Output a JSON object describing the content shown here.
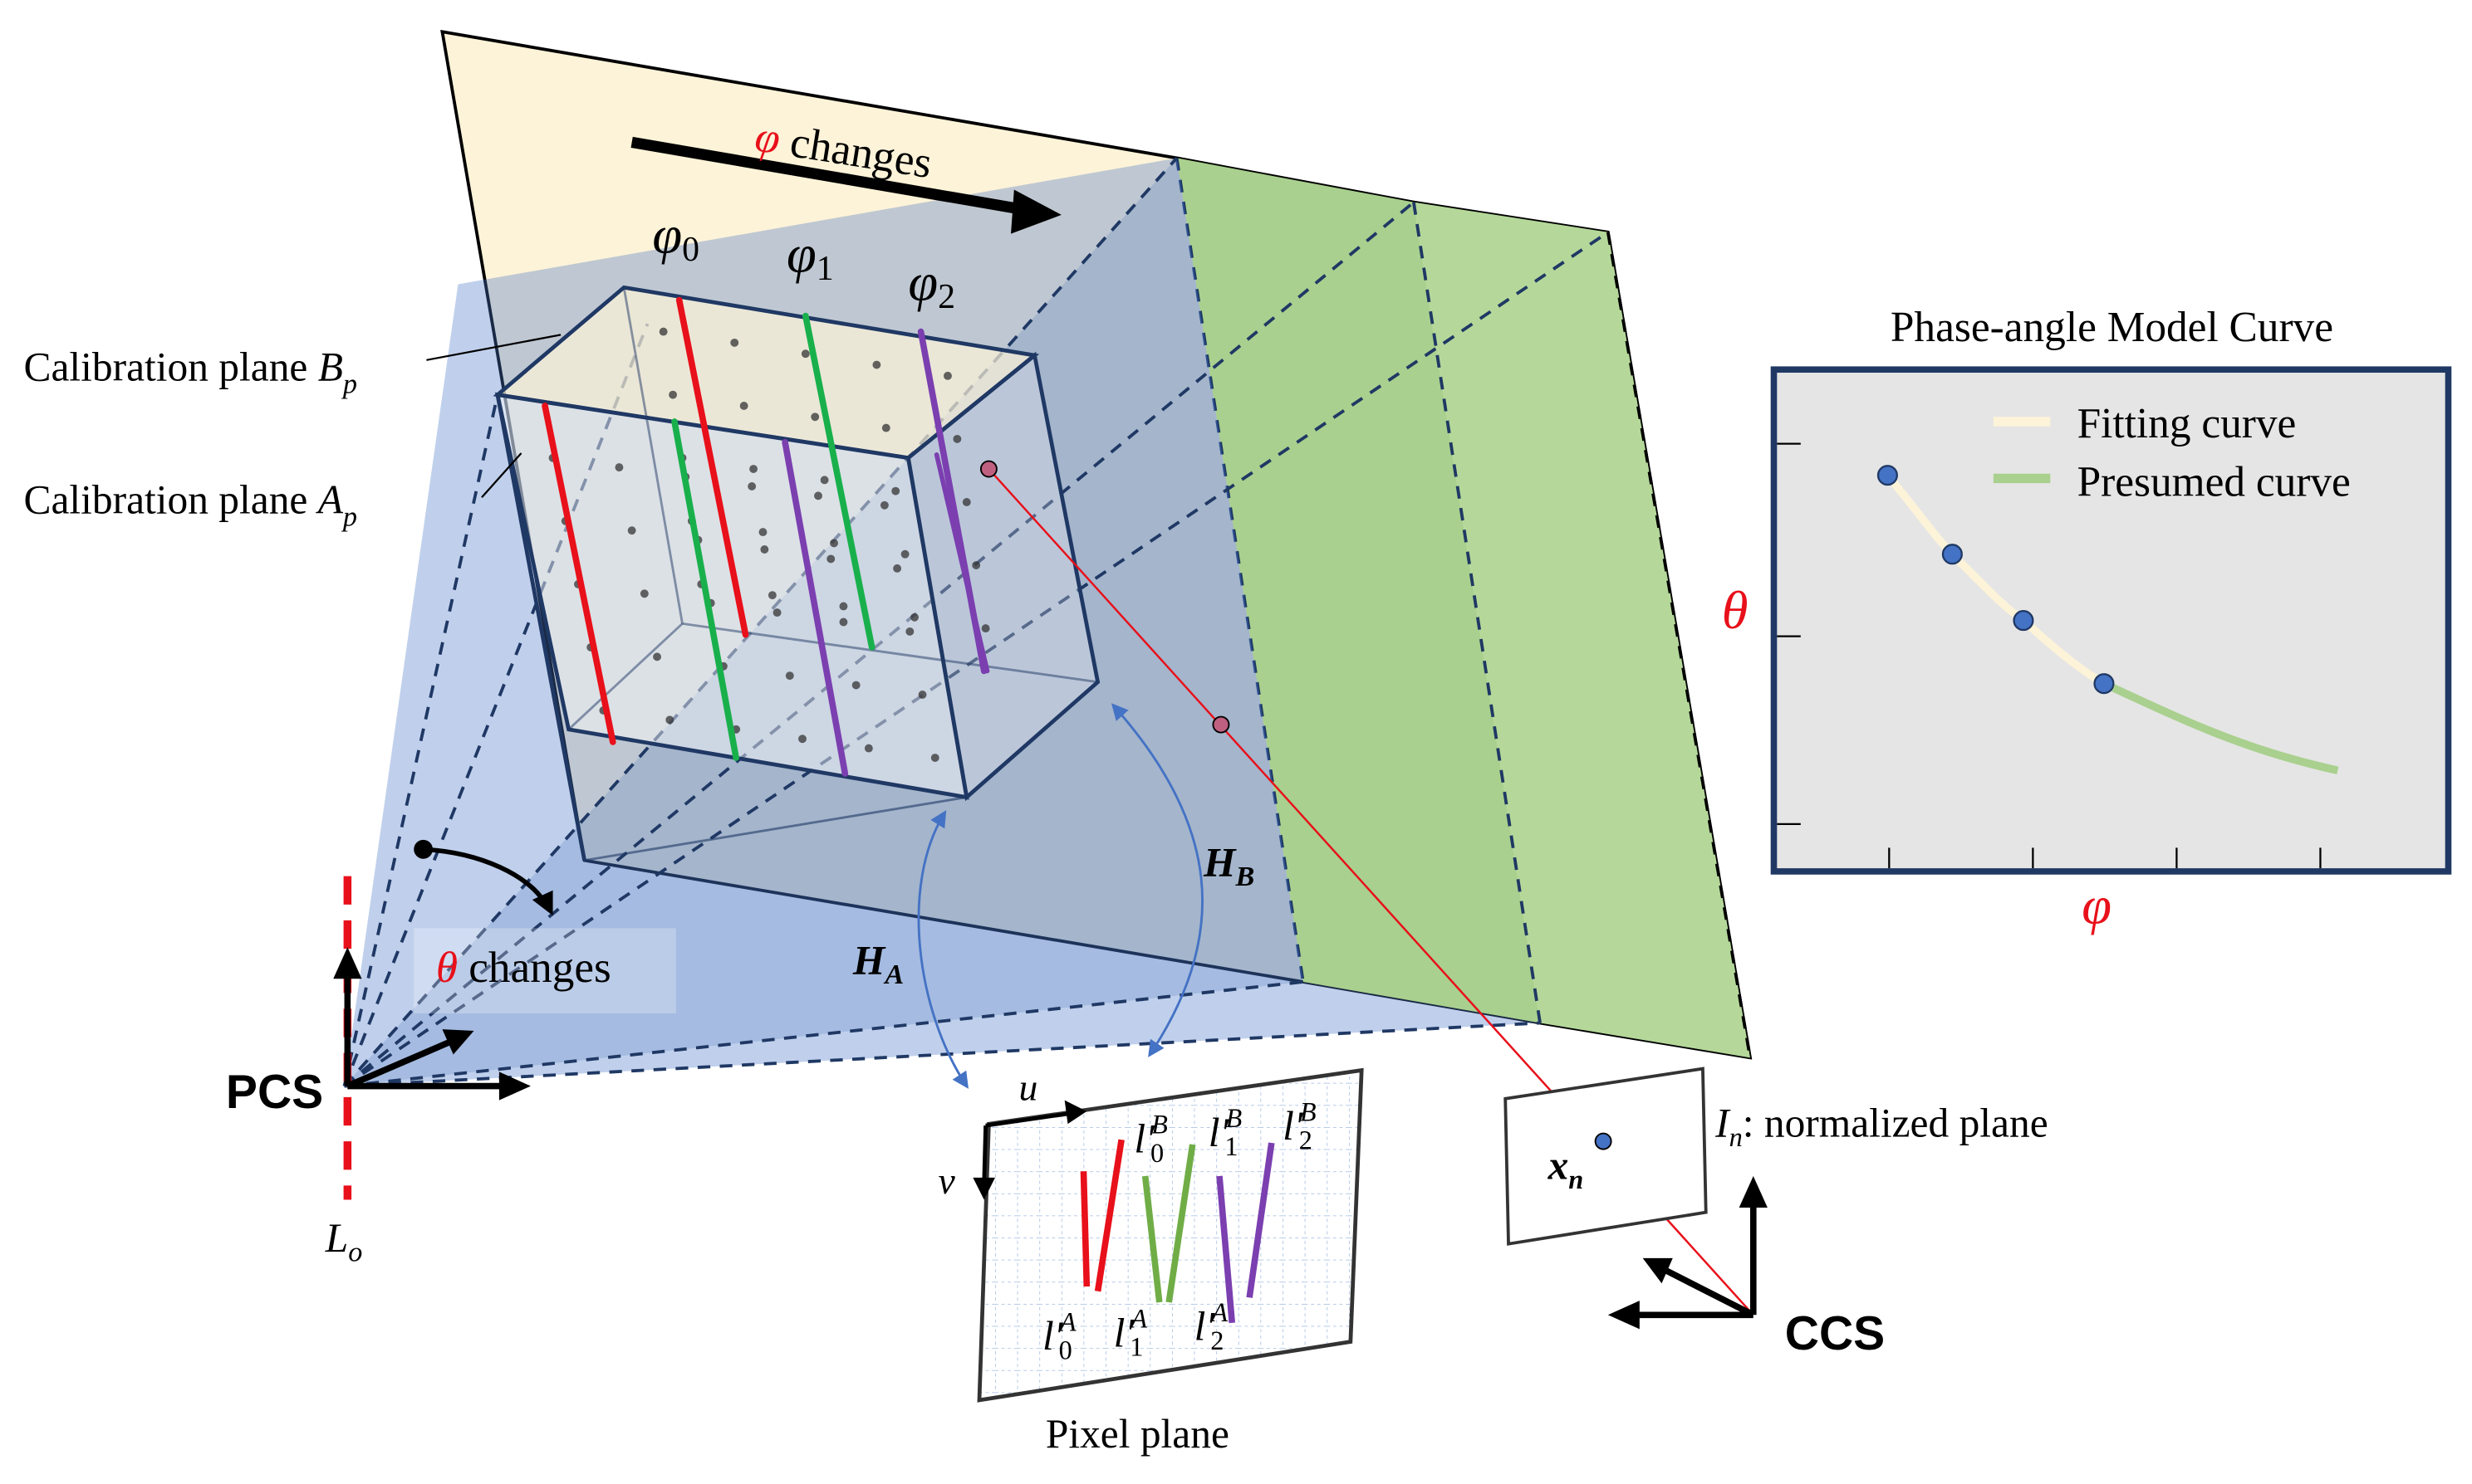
{
  "labels": {
    "phi_changes_symbol": "φ",
    "phi_changes_text": " changes",
    "phi0": "φ",
    "phi0_sub": "0",
    "phi1": "φ",
    "phi1_sub": "1",
    "phi2": "φ",
    "phi2_sub": "2",
    "calib_b": "Calibration plane ",
    "calib_b_sym": "B",
    "calib_b_sub": "p",
    "calib_a": "Calibration plane ",
    "calib_a_sym": "A",
    "calib_a_sub": "p",
    "theta_changes_symbol": "θ",
    "theta_changes_text": " changes",
    "pcs": "PCS",
    "lo": "L",
    "lo_sub": "o",
    "ha": "H",
    "ha_sub": "A",
    "hb": "H",
    "hb_sub": "B",
    "u": "u",
    "v": "v",
    "pixel_plane": "Pixel plane",
    "lB0": "l′",
    "lB0_sup": "B",
    "lB0_sub": "0",
    "lB1": "l′",
    "lB1_sup": "B",
    "lB1_sub": "1",
    "lB2": "l′",
    "lB2_sup": "B",
    "lB2_sub": "2",
    "lA0": "l′",
    "lA0_sup": "A",
    "lA0_sub": "0",
    "lA1": "l′",
    "lA1_sup": "A",
    "lA1_sub": "1",
    "lA2": "l′",
    "lA2_sup": "A",
    "lA2_sub": "2",
    "xn": "x",
    "xn_sub": "n",
    "in_sym": "I",
    "in_sub": "n",
    "in_text": ": normalized plane",
    "ccs": "CCS"
  },
  "inset": {
    "title": "Phase-angle Model Curve",
    "legend_fitting": "Fitting curve",
    "legend_presumed": "Presumed curve",
    "ylabel": "θ",
    "xlabel": "φ"
  },
  "colors": {
    "red": "#e8101a",
    "green": "#19b04c",
    "purple": "#7b3fb0",
    "fitting": "#fdf3d8",
    "presumed": "#a9d08e",
    "point": "#4472c4",
    "frame": "#1f3864",
    "inset_bg": "#e5e5e5"
  }
}
